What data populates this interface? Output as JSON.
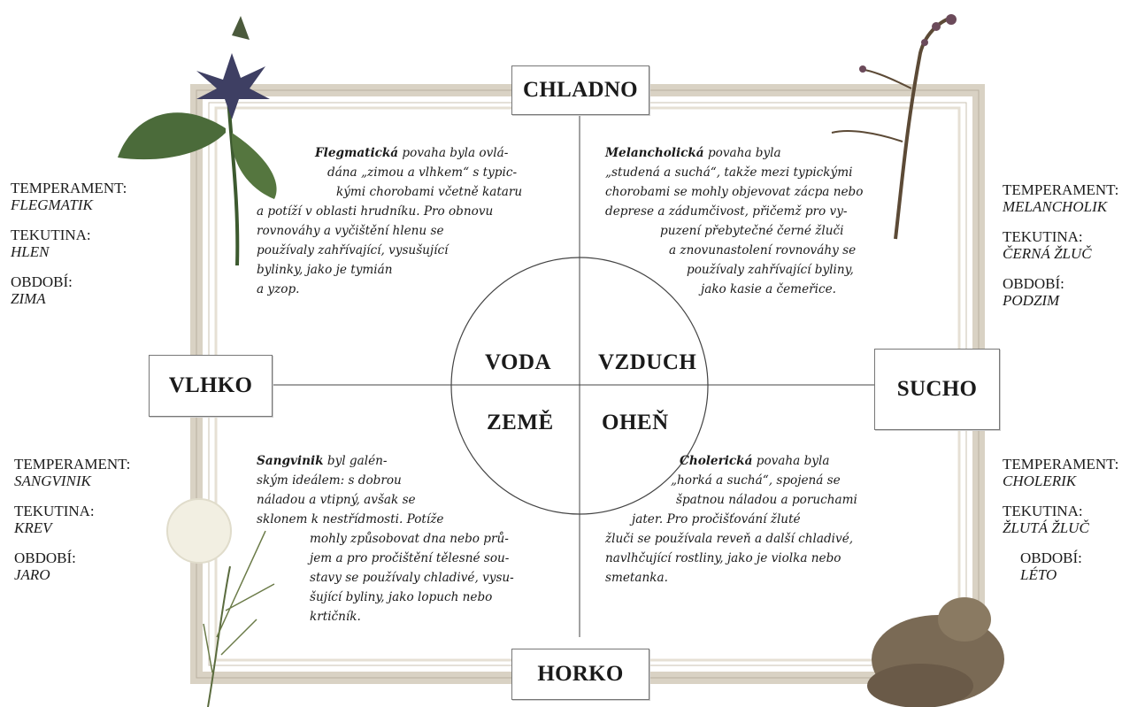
{
  "axes": {
    "top": "CHLADNO",
    "bottom": "HORKO",
    "left": "VLHKO",
    "right": "SUCHO"
  },
  "elements": {
    "water": "VODA",
    "air": "VZDUCH",
    "earth": "ZEMĚ",
    "fire": "OHEŇ"
  },
  "quadrants": {
    "flegmatic": {
      "temperament_label": "TEMPERAMENT:",
      "temperament": "FLEGMATIK",
      "fluid_label": "TEKUTINA:",
      "fluid": "HLEN",
      "season_label": "OBDOBÍ:",
      "season": "ZIMA",
      "text_bold": "Flegmatická",
      "lines": [
        " povaha byla ovlá-",
        "dána „zimou a vlhkem“ s typic-",
        "kými chorobami včetně kataru",
        "a potíží v oblasti hrudníku. Pro obnovu",
        "rovnováhy a vyčištění hlenu se",
        "používaly zahřívající, vysušující",
        "bylinky, jako je tymián",
        "a yzop."
      ]
    },
    "melancholic": {
      "temperament_label": "TEMPERAMENT:",
      "temperament": "MELANCHOLIK",
      "fluid_label": "TEKUTINA:",
      "fluid": "ČERNÁ ŽLUČ",
      "season_label": "OBDOBÍ:",
      "season": "PODZIM",
      "text_bold": "Melancholická",
      "lines": [
        " povaha byla",
        "„studená a suchá“, takže mezi typickými",
        "chorobami se mohly objevovat zácpa nebo",
        "deprese a zádumčivost, přičemž pro vy-",
        "puzení přebytečné černé žluči",
        "a znovunastolení rovnováhy se",
        "používaly zahřívající byliny,",
        "jako kasie a čemeřice."
      ]
    },
    "sanguine": {
      "temperament_label": "TEMPERAMENT:",
      "temperament": "SANGVINIK",
      "fluid_label": "TEKUTINA:",
      "fluid": "KREV",
      "season_label": "OBDOBÍ:",
      "season": "JARO",
      "text_bold": "Sangvinik",
      "lines": [
        " byl galén-",
        "ským ideálem: s dobrou",
        "náladou a vtipný, avšak se",
        "sklonem k nestřídmosti. Potíže",
        "mohly způsobovat dna nebo prů-",
        "jem a pro pročištění tělesné sou-",
        "stavy se používaly chladivé, vysu-",
        "šující byliny, jako lopuch nebo",
        "krtičník."
      ]
    },
    "choleric": {
      "temperament_label": "TEMPERAMENT:",
      "temperament": "CHOLERIK",
      "fluid_label": "TEKUTINA:",
      "fluid": "ŽLUTÁ ŽLUČ",
      "season_label": "OBDOBÍ:",
      "season": "LÉTO",
      "text_bold": "Cholerická",
      "lines": [
        " povaha byla",
        "„horká a suchá“, spojená se",
        "špatnou náladou a poruchami",
        "jater. Pro pročišťování žluté",
        "žluči se používala reveň a další chladivé,",
        "navlhčující rostliny, jako je violka nebo",
        "smetanka."
      ]
    }
  }
}
